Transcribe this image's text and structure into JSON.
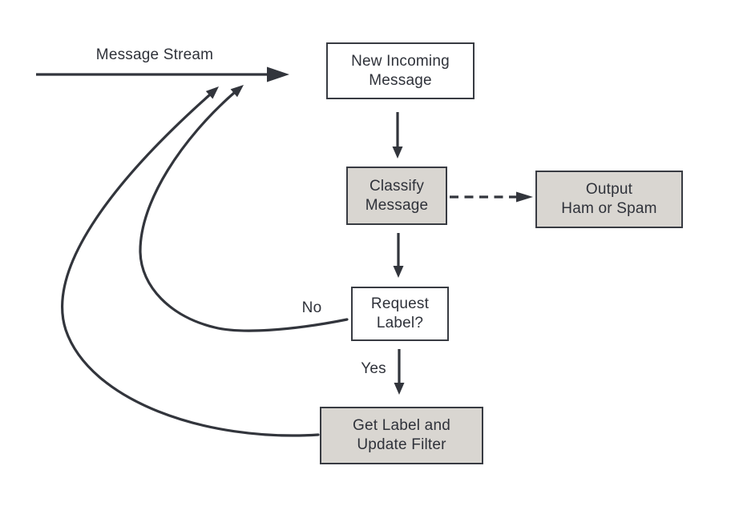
{
  "colors": {
    "background": "#ffffff",
    "stroke": "#32353c",
    "node_border": "#383b42",
    "node_fill_gray": "#d9d6d1",
    "node_fill_white": "#ffffff",
    "text": "#2f323a"
  },
  "labels": {
    "message_stream": "Message Stream",
    "no": "No",
    "yes": "Yes"
  },
  "nodes": {
    "new_incoming": {
      "lines": [
        "New Incoming",
        "Message"
      ],
      "fill": "white"
    },
    "classify": {
      "lines": [
        "Classify",
        "Message"
      ],
      "fill": "gray"
    },
    "output": {
      "lines": [
        "Output",
        "Ham or Spam"
      ],
      "fill": "gray"
    },
    "request_label": {
      "lines": [
        "Request",
        "Label?"
      ],
      "fill": "white"
    },
    "get_label": {
      "lines": [
        "Get Label and",
        "Update Filter"
      ],
      "fill": "gray"
    }
  },
  "edges": [
    {
      "name": "message-stream-arrow",
      "from": "stream-left",
      "to": "new-incoming",
      "style": "solid"
    },
    {
      "name": "arrow-new-to-classify",
      "from": "new_incoming",
      "to": "classify",
      "style": "solid"
    },
    {
      "name": "dashed-arrow-classify-to-output",
      "from": "classify",
      "to": "output",
      "style": "dashed"
    },
    {
      "name": "arrow-classify-to-request",
      "from": "classify",
      "to": "request_label",
      "style": "solid"
    },
    {
      "name": "arrow-request-to-getlabel",
      "from": "request_label",
      "to": "get_label",
      "style": "solid",
      "label": "Yes"
    },
    {
      "name": "curve-no-feedback",
      "from": "request_label",
      "to": "message-stream",
      "style": "curved",
      "label": "No"
    },
    {
      "name": "curve-update-feedback",
      "from": "get_label",
      "to": "message-stream",
      "style": "curved"
    }
  ]
}
